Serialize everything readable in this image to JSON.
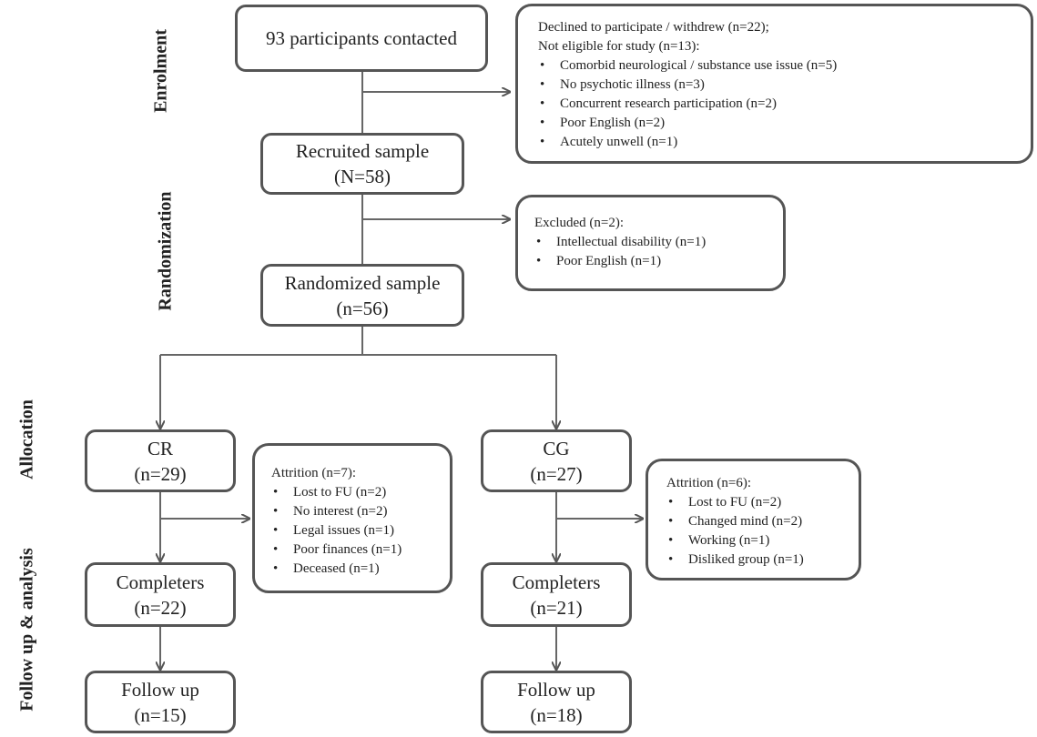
{
  "stages": {
    "enrolment": "Enrolment",
    "randomization": "Randomization",
    "allocation": "Allocation",
    "followup": "Follow up & analysis"
  },
  "boxes": {
    "contacted": "93 participants contacted",
    "recruited": [
      "Recruited sample",
      "(N=58)"
    ],
    "randomized": [
      "Randomized sample",
      "(n=56)"
    ],
    "cr": [
      "CR",
      "(n=29)"
    ],
    "cg": [
      "CG",
      "(n=27)"
    ],
    "cr_completers": [
      "Completers",
      "(n=22)"
    ],
    "cg_completers": [
      "Completers",
      "(n=21)"
    ],
    "cr_followup": [
      "Follow up",
      "(n=15)"
    ],
    "cg_followup": [
      "Follow up",
      "(n=18)"
    ]
  },
  "exclusions": {
    "enrolment": {
      "lines": [
        "Declined to participate / withdrew (n=22);",
        "Not eligible for study (n=13):"
      ],
      "items": [
        "Comorbid neurological / substance use issue (n=5)",
        "No psychotic illness (n=3)",
        "Concurrent research participation (n=2)",
        "Poor English (n=2)",
        "Acutely unwell (n=1)"
      ]
    },
    "randomization": {
      "lines": [
        "Excluded (n=2):"
      ],
      "items": [
        "Intellectual disability (n=1)",
        "Poor English (n=1)"
      ]
    },
    "cr_attrition": {
      "lines": [
        "Attrition (n=7):"
      ],
      "items": [
        "Lost to FU (n=2)",
        "No interest (n=2)",
        "Legal issues (n=1)",
        "Poor finances (n=1)",
        "Deceased (n=1)"
      ]
    },
    "cg_attrition": {
      "lines": [
        "Attrition (n=6):"
      ],
      "items": [
        "Lost to FU (n=2)",
        "Changed mind (n=2)",
        "Working (n=1)",
        "Disliked group (n=1)"
      ]
    }
  }
}
